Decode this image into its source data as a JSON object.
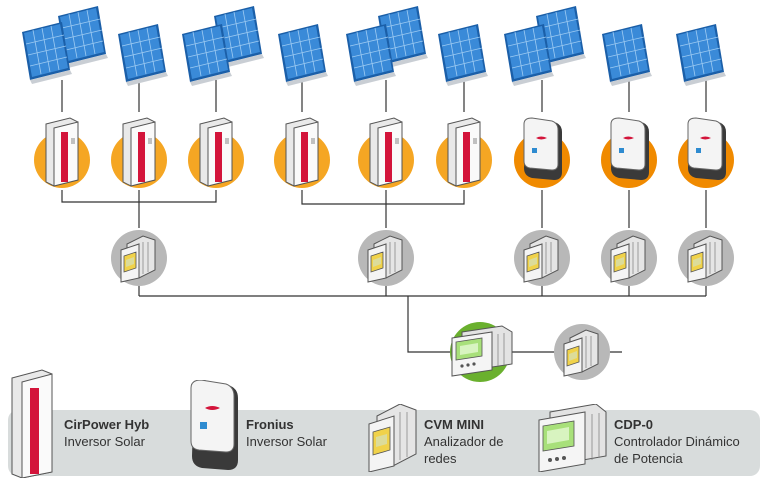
{
  "colors": {
    "halo_orange": "#f5a623",
    "halo_orange_dark": "#f08a00",
    "halo_gray": "#b8b8b8",
    "halo_green": "#6ab02e",
    "panel_blue": "#2f7fd0",
    "wire": "#333333",
    "legend_bg": "#d8dcdc",
    "cirpower_stripe": "#d3143a"
  },
  "icons": {
    "solar_panel": "solar-panel-icon",
    "cirpower_inverter": "cirpower-inverter-icon",
    "fronius_inverter": "fronius-inverter-icon",
    "cvm_mini_meter": "cvm-mini-meter-icon",
    "cdp0_controller": "cdp0-controller-icon"
  },
  "legend": [
    {
      "icon": "cirpower-inverter-icon",
      "name": "CirPower Hyb",
      "desc": [
        "Inversor Solar"
      ]
    },
    {
      "icon": "fronius-inverter-icon",
      "name": "Fronius",
      "desc": [
        "Inversor Solar"
      ]
    },
    {
      "icon": "cvm-mini-meter-icon",
      "name": "CVM MINI",
      "desc": [
        "Analizador de",
        "redes"
      ]
    },
    {
      "icon": "cdp0-controller-icon",
      "name": "CDP-0",
      "desc": [
        "Controlador Dinámico",
        "de Potencia"
      ]
    }
  ]
}
